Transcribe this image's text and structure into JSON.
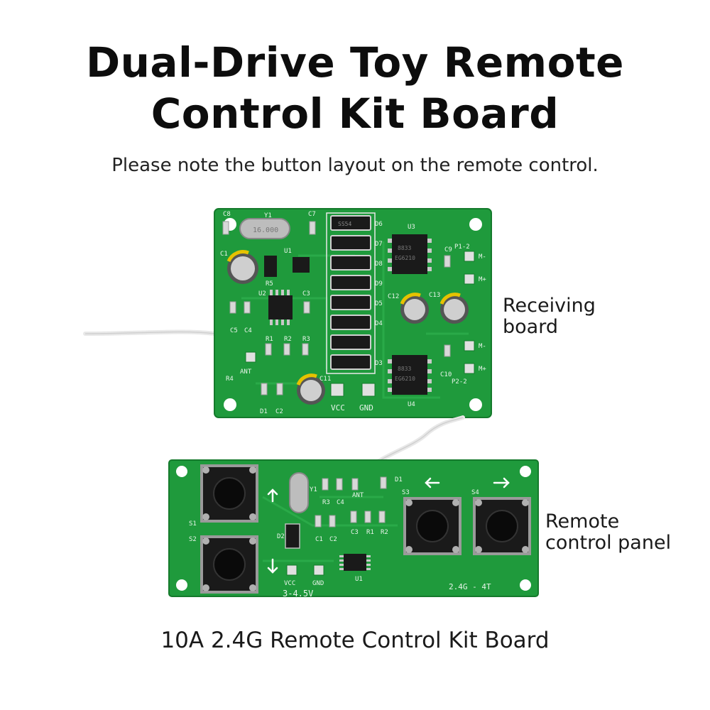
{
  "header": {
    "title_line1": "Dual-Drive Toy Remote",
    "title_line2": "Control Kit Board",
    "subtitle": "Please note the button layout on the remote control."
  },
  "receiver": {
    "label_line1": "Receiving",
    "label_line2": "board",
    "silk": {
      "c8": "C8",
      "y1": "Y1",
      "c7": "C7",
      "c1": "C1",
      "r5": "R5",
      "u1": "U1",
      "u2": "U2",
      "c3": "C3",
      "c5": "C5",
      "c4": "C4",
      "r1": "R1",
      "r2": "R2",
      "r3": "R3",
      "ant": "ANT",
      "r4": "R4",
      "d1": "D1",
      "c2": "C2",
      "c11": "C11",
      "vcc": "VCC",
      "gnd": "GND",
      "u3": "U3",
      "u4": "U4",
      "c9": "C9",
      "c10": "C10",
      "c12": "C12",
      "c13": "C13",
      "d6": "D6",
      "d7": "D7",
      "d8": "D8",
      "d9": "D9",
      "d5": "D5",
      "d4": "D4",
      "d3": "D3",
      "mminus1": "M-",
      "mplus1": "M+",
      "mminus2": "M-",
      "mplus2": "M+",
      "p1": "P1-2",
      "p2": "P2-2",
      "crystal": "16.000",
      "chip_a": "8833",
      "ic_u3a": "8833",
      "ic_u3b": "EG6210",
      "ic_u4a": "8833",
      "ic_u4b": "EG6210",
      "ss": "SS54"
    }
  },
  "remote": {
    "label_line1": "Remote",
    "label_line2": "control panel",
    "silk": {
      "s1": "S1",
      "s2": "S2",
      "s3": "S3",
      "s4": "S4",
      "y1": "Y1",
      "ant": "ANT",
      "d1": "D1",
      "d2": "D2",
      "r3": "R3",
      "c4": "C4",
      "c3": "C3",
      "r1": "R1",
      "r2": "R2",
      "c1": "C1",
      "c2": "C2",
      "u1": "U1",
      "vcc": "VCC",
      "gnd": "GND",
      "voltage": "3-4.5V",
      "model": "2.4G - 4T"
    }
  },
  "footer": {
    "caption": "10A 2.4G Remote Control Kit Board"
  },
  "colors": {
    "pcb": "#1f9a3c",
    "pcb_dark": "#157a2c",
    "pad": "#c9c9c9",
    "text": "#0d0d0d"
  }
}
